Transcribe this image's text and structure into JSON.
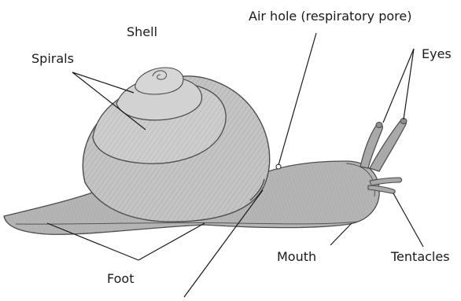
{
  "labels": {
    "shell": "Shell",
    "spirals": "Spirals",
    "air_hole": "Air hole (respiratory pore)",
    "eyes": "Eyes",
    "mouth": "Mouth",
    "tentacles": "Tentacles",
    "foot": "Foot"
  },
  "colors": {
    "line": "#1a1a1a",
    "pencil": "#5a5a5a",
    "shell_fill": "#c4c4c4",
    "body_fill": "#b5b5b5"
  }
}
